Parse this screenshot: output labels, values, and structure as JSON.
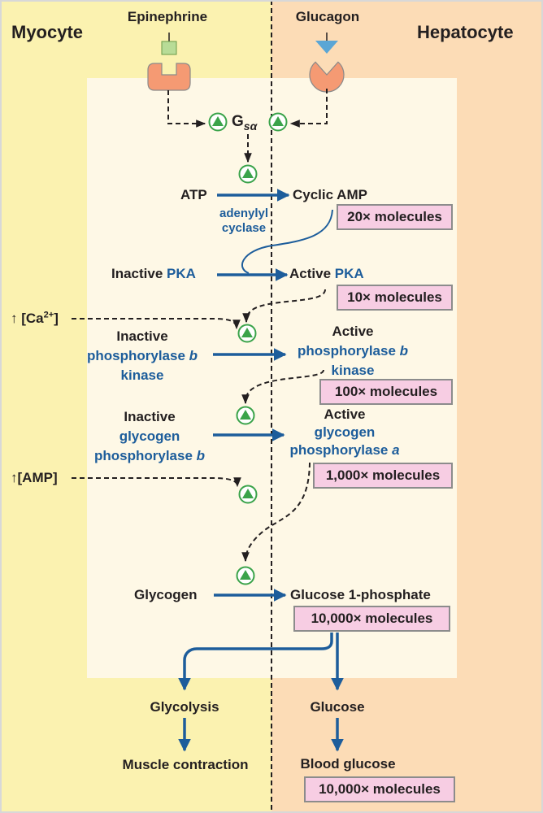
{
  "cells": {
    "left_title": "Myocyte",
    "right_title": "Hepatocyte"
  },
  "hormones": {
    "left": "Epinephrine",
    "right": "Glucagon"
  },
  "g_protein": {
    "base": "G",
    "sub": "sα"
  },
  "camp_step": {
    "substrate": "ATP",
    "product": "Cyclic AMP",
    "enzyme_line1": "adenylyl",
    "enzyme_line2": "cyclase",
    "amplification": "20× molecules"
  },
  "pka_step": {
    "inactive_prefix": "Inactive ",
    "active_prefix": "Active ",
    "enzyme": "PKA",
    "amplification": "10× molecules"
  },
  "calcium": {
    "arrow": "↑",
    "prefix": "[Ca",
    "sup": "2+",
    "suffix": "]"
  },
  "kinase_step": {
    "inactive": "Inactive",
    "active": "Active",
    "enzyme_line1": "phosphorylase ",
    "enzyme_italic": "b",
    "enzyme_line2": "kinase",
    "amplification": "100× molecules"
  },
  "phosphorylase_step": {
    "inactive": "Inactive",
    "active": "Active",
    "line2": "glycogen",
    "inactive_line3": "phosphorylase ",
    "inactive_italic": "b",
    "active_line3": "phosphorylase ",
    "active_italic": "a",
    "amplification": "1,000× molecules"
  },
  "amp": {
    "label": "↑[AMP]"
  },
  "glycogen_step": {
    "substrate": "Glycogen",
    "product": "Glucose 1-phosphate",
    "amplification": "10,000× molecules"
  },
  "outcomes": {
    "left_1": "Glycolysis",
    "left_2": "Muscle contraction",
    "right_1": "Glucose",
    "right_2": "Blood glucose",
    "right_amplification": "10,000× molecules"
  },
  "colors": {
    "myocyte_bg": "#fbf2b0",
    "hepatocyte_bg": "#fcdcb6",
    "inner_panel": "#fef8e6",
    "arrow_blue": "#1d5d9b",
    "activation_green": "#3aa34a",
    "receptor_orange": "#f59a73",
    "epinephrine_green": "#b8dc97",
    "glucagon_blue": "#5ba6d5",
    "amplification_box": "#f7cde3"
  }
}
